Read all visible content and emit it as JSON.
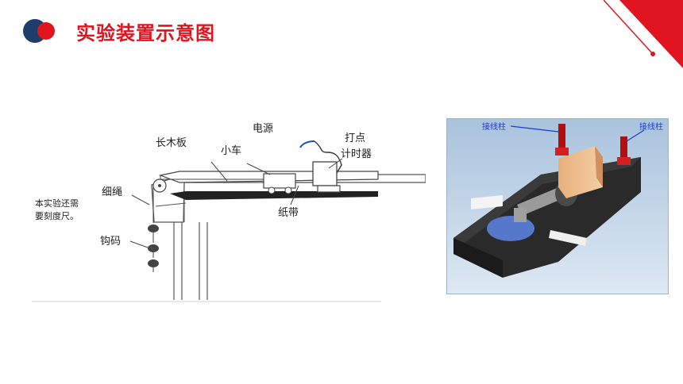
{
  "header": {
    "title": "实验装置示意图",
    "colors": {
      "accent_red": "#e0141e",
      "accent_navy": "#1f3d6b"
    }
  },
  "diagram": {
    "labels": {
      "power": "电源",
      "timer_line1": "打点",
      "timer_line2": "计时器",
      "board": "长木板",
      "cart": "小车",
      "string": "细绳",
      "tape": "纸带",
      "weights": "钩码",
      "note_line1": "本实验还需",
      "note_line2": "要刻度尺。"
    }
  },
  "photo": {
    "label_left": "接线柱",
    "label_right": "接线柱"
  }
}
